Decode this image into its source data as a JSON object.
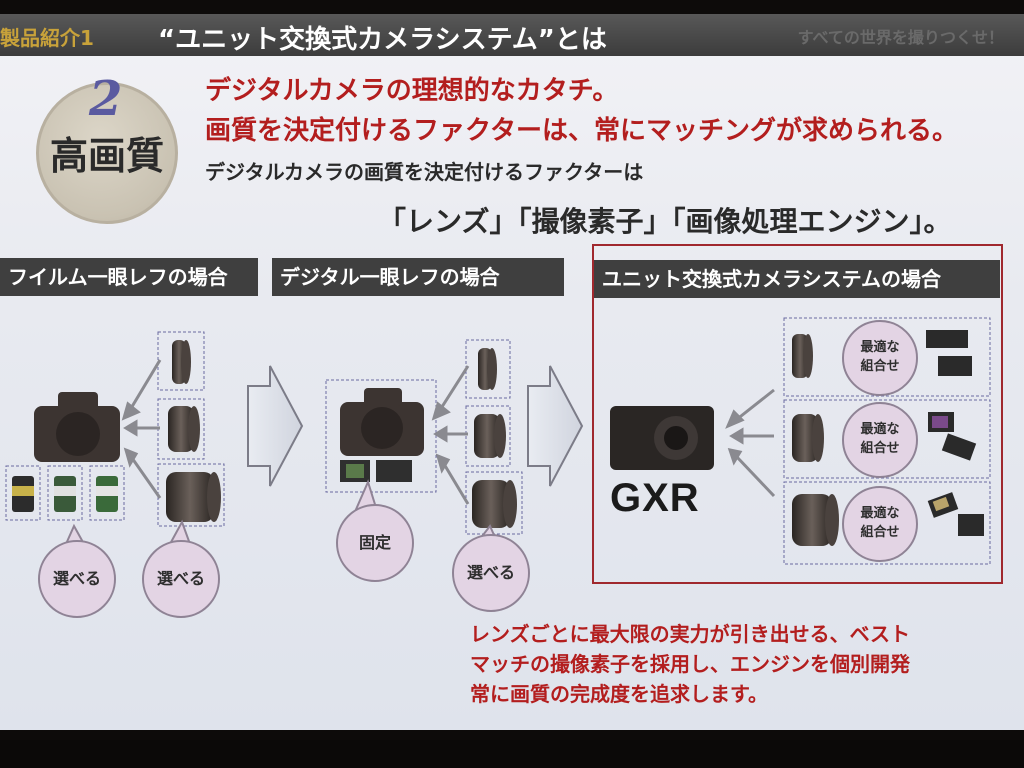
{
  "topbar": {
    "section": "製品紹介1",
    "title": "“ユニット交換式カメラシステム”とは",
    "tagline": "すべての世界を撮りつくせ！"
  },
  "badge": {
    "number": "2",
    "label": "高画質"
  },
  "headline": {
    "line1": "デジタルカメラの理想的なカタチ。",
    "line2": "画質を決定付けるファクターは、常にマッチングが求められる。",
    "line3": "デジタルカメラの画質を決定付けるファクターは",
    "line4": "「レンズ」「撮像素子」「画像処理エンジン」。"
  },
  "panels": {
    "film": {
      "title": "フイルム一眼レフの場合",
      "bubble_left": "選べる",
      "bubble_right": "選べる"
    },
    "digital": {
      "title": "デジタル一眼レフの場合",
      "bubble_fixed": "固定",
      "bubble_select": "選べる"
    },
    "unit": {
      "title": "ユニット交換式カメラシステムの場合",
      "camera_label": "GXR",
      "combo_label_1": "最適な",
      "combo_label_2": "組合せ"
    }
  },
  "bottom": {
    "line1": "レンズごとに最大限の実力が引き出せる、ベスト",
    "line2": "マッチの撮像素子を採用し、エンジンを個別開発",
    "line3": "常に画質の完成度を追求します。"
  },
  "colors": {
    "accent_red": "#b31e1e",
    "bar_dark": "#3f3f3f",
    "bubble_fill": "#e3d4e4",
    "frame_red": "#a0282e"
  }
}
